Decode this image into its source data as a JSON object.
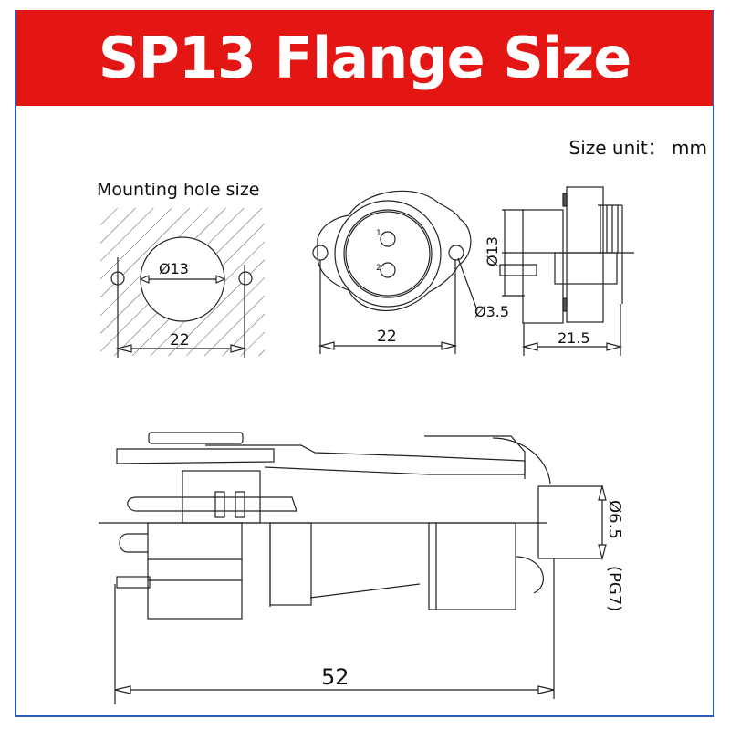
{
  "header": {
    "title": "SP13 Flange Size",
    "background_color": "#e41613",
    "border_color": "#2a5cb8"
  },
  "size_unit": "Size unit： mm",
  "mounting_hole": {
    "label": "Mounting hole size",
    "hole_diameter": "Ø13",
    "spacing": "22"
  },
  "front_view": {
    "pin_labels": [
      "1",
      "2"
    ],
    "spacing": "22",
    "screw_hole_diameter": "Ø3.5"
  },
  "side_view": {
    "diameter": "Ø13",
    "depth": "21.5"
  },
  "cable_plug": {
    "cable_diameter": "Ø6.5",
    "gland_size": "(PG7)",
    "total_length": "52"
  }
}
